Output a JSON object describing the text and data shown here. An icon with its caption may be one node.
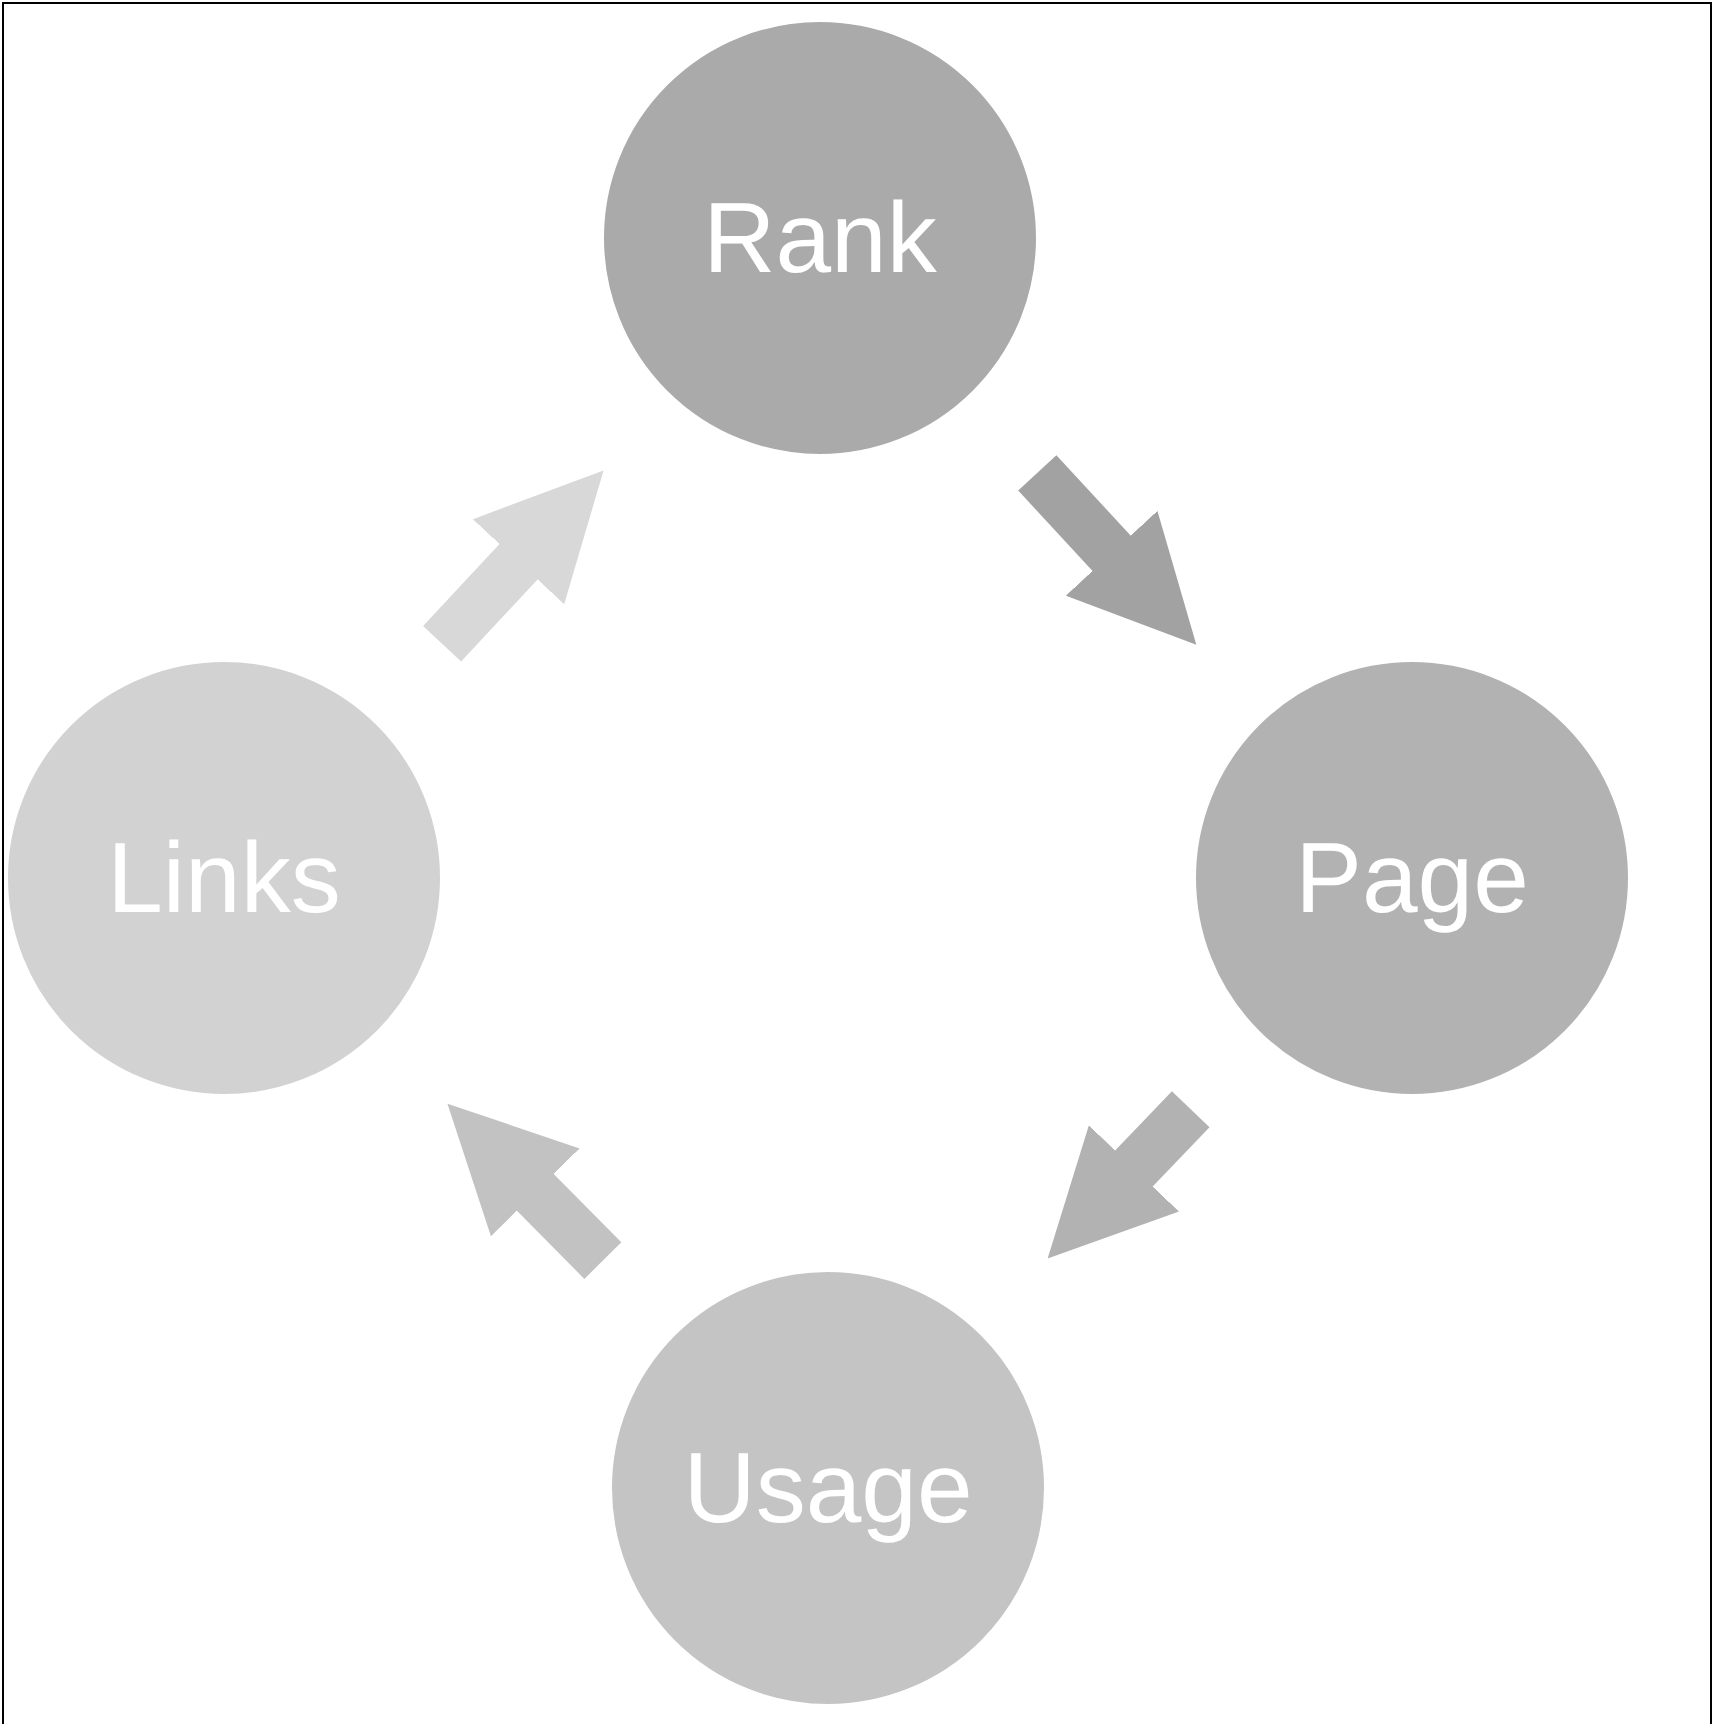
{
  "diagram": {
    "nodes": [
      {
        "text": [
          "Rank"
        ]
      },
      {
        "text": [
          "Page"
        ]
      },
      {
        "text": [
          "Usage"
        ]
      },
      {
        "text": [
          "Links"
        ]
      }
    ],
    "edges": [
      {
        "from": 0,
        "to": 1,
        "arrow": "to"
      },
      {
        "from": 1,
        "to": 2,
        "arrow": "to"
      },
      {
        "from": 2,
        "to": 3,
        "arrow": "to"
      },
      {
        "from": 3,
        "to": 0,
        "arrow": "to"
      }
    ]
  }
}
